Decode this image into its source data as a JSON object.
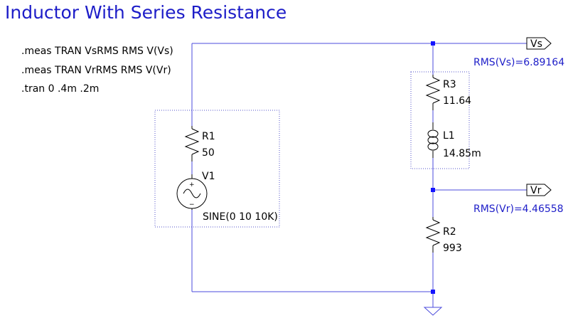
{
  "title": "Inductor With Series Resistance",
  "directives": [
    ".meas TRAN VsRMS RMS V(Vs)",
    ".meas TRAN VrRMS RMS V(Vr)",
    ".tran 0 .4m .2m"
  ],
  "components": {
    "r1": {
      "name": "R1",
      "value": "50"
    },
    "v1": {
      "name": "V1",
      "value": "SINE(0 10 10K)"
    },
    "r3": {
      "name": "R3",
      "value": "11.64"
    },
    "l1": {
      "name": "L1",
      "value": "14.85m"
    },
    "r2": {
      "name": "R2",
      "value": "993"
    }
  },
  "net_labels": {
    "vs": "Vs",
    "vr": "Vr"
  },
  "measurements": {
    "vs": "RMS(Vs)=6.89164",
    "vr": "RMS(Vr)=4.46558"
  },
  "source_polarity": {
    "plus": "+",
    "minus": "−"
  },
  "colors": {
    "wire": "#4b4bdc",
    "component": "#000000",
    "title": "#1d1dc8",
    "measure": "#1d1dc8",
    "junction": "#1414ff",
    "group_box": "#5050c8"
  }
}
